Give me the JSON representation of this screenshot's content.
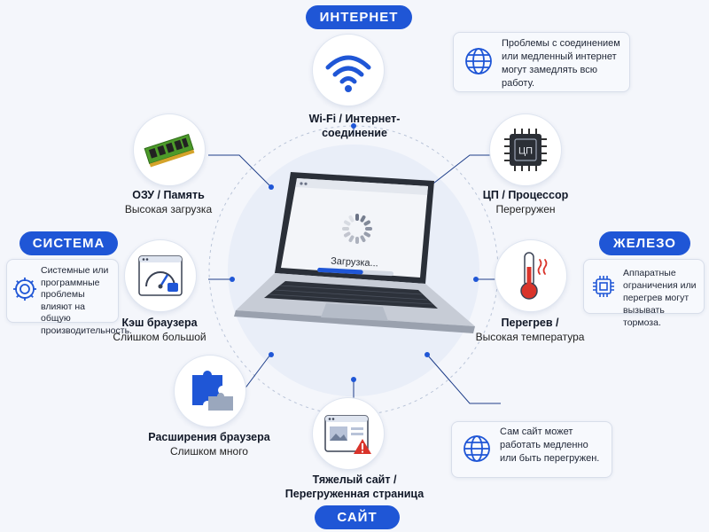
{
  "pills": {
    "internet": "ИНТЕРНЕТ",
    "system": "СИСТЕМА",
    "hardware": "ЖЕЛЕЗО",
    "site": "САЙТ"
  },
  "nodes": {
    "wifi": {
      "title_line1": "Wi-Fi / Интернет-",
      "title_line2": "соединение",
      "icon": "wifi-icon"
    },
    "ram": {
      "title": "ОЗУ / Память",
      "subtitle": "Высокая загрузка",
      "icon": "ram-icon"
    },
    "cpu": {
      "title": "ЦП / Процессор",
      "subtitle": "Перегружен",
      "icon_text": "ЦП",
      "icon": "cpu-icon"
    },
    "cache": {
      "title": "Кэш браузера",
      "subtitle": "Слишком большой",
      "icon": "gauge-icon"
    },
    "overheat": {
      "title": "Перегрев /",
      "subtitle": "Высокая температура",
      "icon": "thermometer-icon"
    },
    "extensions": {
      "title": "Расширения браузера",
      "subtitle": "Слишком много",
      "icon": "puzzle-icon"
    },
    "heavy_site": {
      "title_line1": "Тяжелый сайт /",
      "title_line2": "Перегруженная страница",
      "icon": "warning-page-icon"
    }
  },
  "laptop": {
    "loading_text": "Загрузка...",
    "loading_progress": 0.6
  },
  "cards": {
    "internet": "Проблемы с соединением или медленный интернет могут замедлять всю работу.",
    "system": "Системные или программные проблемы влияют на общую производительность.",
    "hardware": "Аппаратные ограничения или перегрев могут вызывать тормоза.",
    "site": "Сам сайт может работать медленно или быть перегружен."
  },
  "colors": {
    "accent": "#1f56d6",
    "danger": "#d9342b",
    "ram_green": "#4c9a2a"
  }
}
